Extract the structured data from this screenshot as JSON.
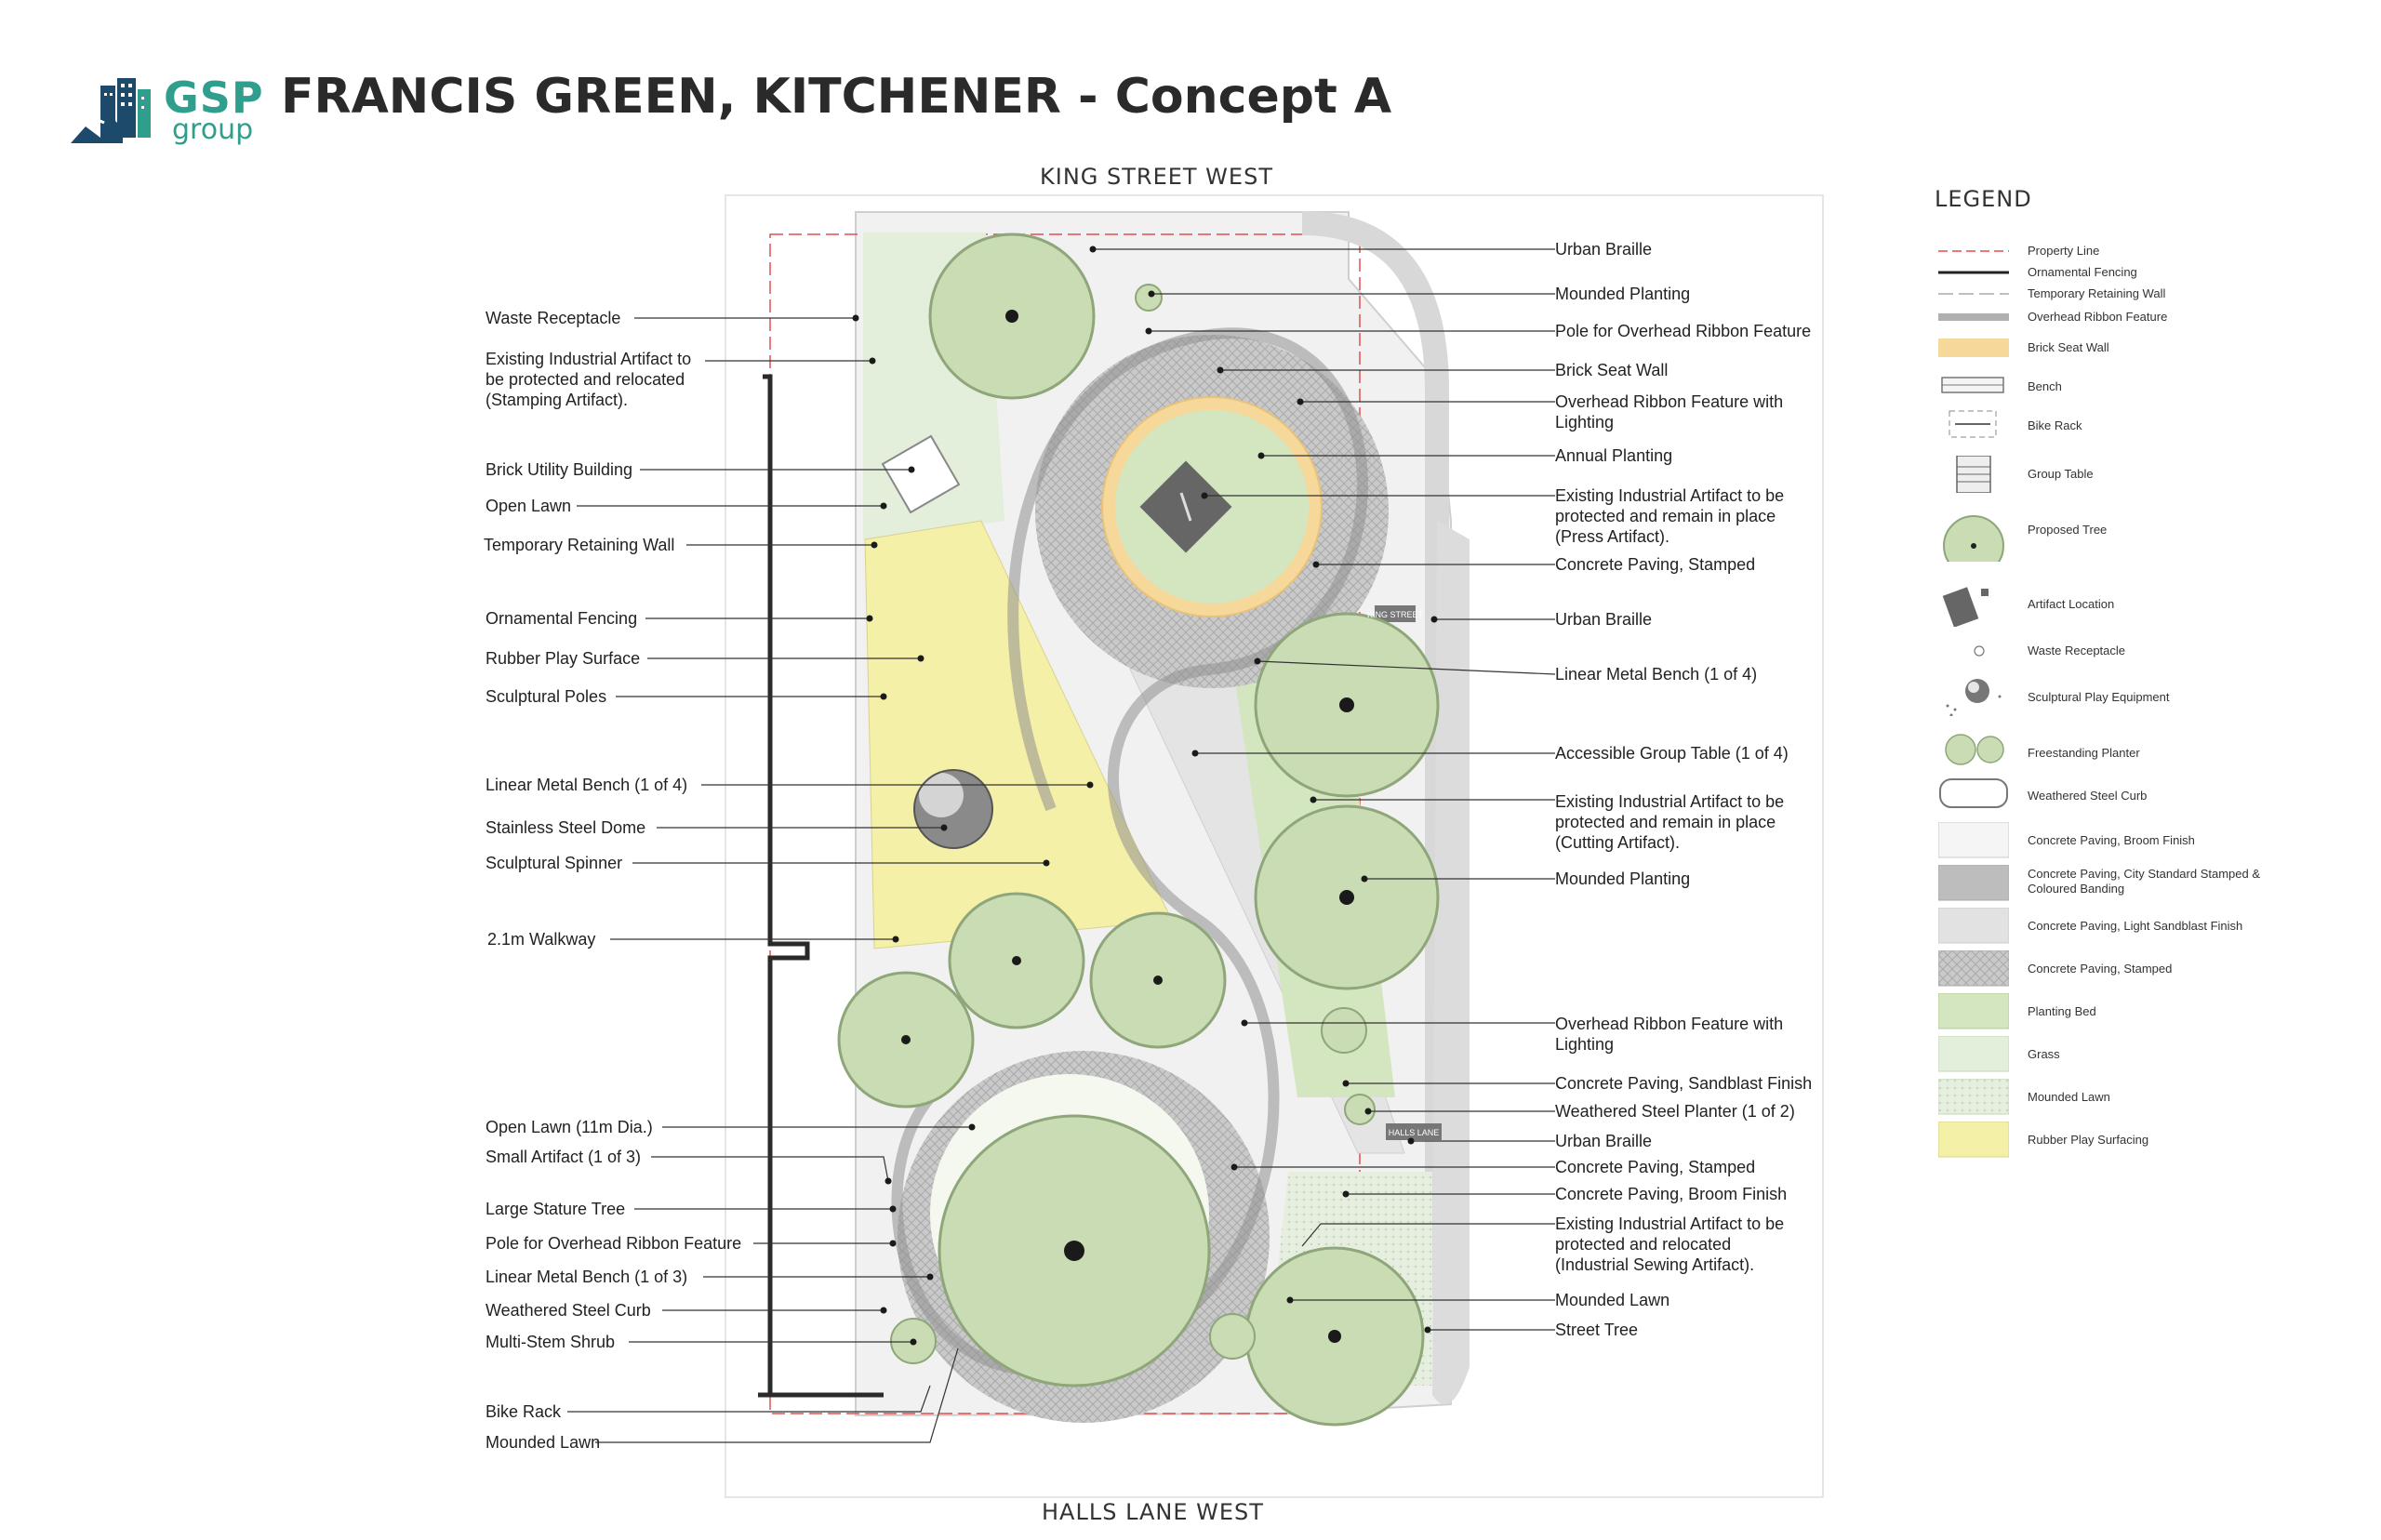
{
  "logo": {
    "word": "GSP",
    "sub": "group"
  },
  "title": "FRANCIS GREEN, KITCHENER - Concept A",
  "streets": {
    "north": "KING STREET WEST",
    "south": "HALLS LANE WEST"
  },
  "left_labels": [
    "Waste Receptacle",
    "Existing Industrial Artifact to be protected and relocated (Stamping Artifact).",
    "Brick Utility Building",
    "Open Lawn",
    "Temporary Retaining Wall",
    "Ornamental Fencing",
    "Rubber Play Surface",
    "Sculptural Poles",
    "Linear Metal Bench (1 of 4)",
    "Stainless Steel Dome",
    "Sculptural Spinner",
    "2.1m Walkway",
    "Open Lawn (11m Dia.)",
    "Small Artifact (1 of 3)",
    "Large Stature Tree",
    "Pole for Overhead Ribbon Feature",
    "Linear Metal Bench (1 of 3)",
    "Weathered Steel Curb",
    "Multi-Stem Shrub",
    "Bike Rack",
    "Mounded Lawn"
  ],
  "right_labels": [
    "Urban Braille",
    "Mounded Planting",
    "Pole for Overhead Ribbon Feature",
    "Brick Seat Wall",
    "Overhead Ribbon Feature with Lighting",
    "Annual Planting",
    "Existing Industrial Artifact to be protected and remain in place (Press Artifact).",
    "Concrete Paving, Stamped",
    "Urban Braille",
    "Linear Metal Bench (1 of 4)",
    "Accessible Group Table (1 of 4)",
    "Existing Industrial Artifact to be protected and remain in place (Cutting Artifact).",
    "Mounded Planting",
    "Overhead Ribbon Feature with Lighting",
    "Concrete Paving, Sandblast Finish",
    "Weathered Steel Planter (1 of 2)",
    "Urban Braille",
    "Concrete Paving, Stamped",
    "Concrete Paving, Broom Finish",
    "Existing Industrial Artifact to be protected and relocated (Industrial Sewing Artifact).",
    "Mounded Lawn",
    "Street Tree"
  ],
  "plan_signs": [
    "KING STREET",
    "HALLS LANE"
  ],
  "legend": {
    "title": "LEGEND",
    "items": [
      "Property Line",
      "Ornamental Fencing",
      "Temporary Retaining Wall",
      "Overhead Ribbon Feature",
      "Brick Seat Wall",
      "Bench",
      "Bike Rack",
      "Group Table",
      "Proposed Tree",
      "Artifact Location",
      "Waste Receptacle",
      "Sculptural Play Equipment",
      "Freestanding Planter",
      "Weathered Steel Curb",
      "Concrete Paving, Broom Finish",
      "Concrete Paving, City Standard Stamped & Coloured Banding",
      "Concrete Paving, Light Sandblast Finish",
      "Concrete Paving, Stamped",
      "Planting Bed",
      "Grass",
      "Mounded Lawn",
      "Rubber Play Surfacing"
    ]
  },
  "colors": {
    "brand": "#2f9e8c",
    "brand_dark": "#1d4a6a",
    "tree": "#c9dcb3",
    "planting": "#d4e6c0",
    "grass": "#e3eedb",
    "play": "#f5f0a8",
    "brick": "#f6d89a",
    "paving_broom": "#ededed",
    "paving_dark": "#bdbdbd",
    "paving_light": "#e2e2e2",
    "property_line": "#e05050"
  }
}
